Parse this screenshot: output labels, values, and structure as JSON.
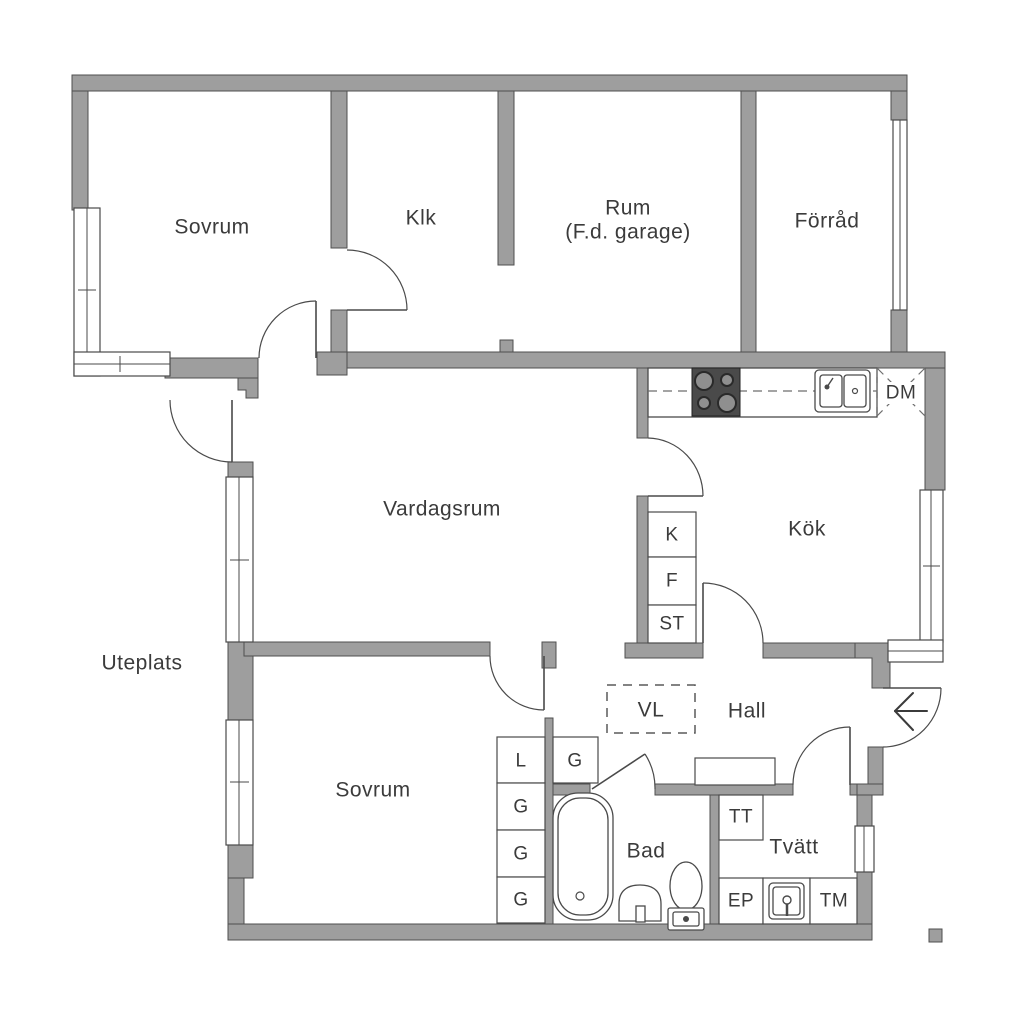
{
  "colors": {
    "wall": "#9e9e9e",
    "wall_outline": "#4f4f4f",
    "line": "#4a4a4a",
    "text": "#3b3b3b",
    "background": "#ffffff",
    "stove": "#4a4a4a"
  },
  "rooms": {
    "sovrum_top": "Sovrum",
    "klk": "Klk",
    "rum": "Rum",
    "rum_sub": "(F.d. garage)",
    "forrad": "Förråd",
    "vardagsrum": "Vardagsrum",
    "kok": "Kök",
    "uteplats": "Uteplats",
    "sovrum_bottom": "Sovrum",
    "hall": "Hall",
    "bad": "Bad",
    "tvatt": "Tvätt"
  },
  "fixtures": {
    "dm": "DM",
    "vl": "VL",
    "k": "K",
    "f": "F",
    "st": "ST",
    "l": "L",
    "g1": "G",
    "g2": "G",
    "g3": "G",
    "g4": "G",
    "tt": "TT",
    "ep": "EP",
    "tm": "TM"
  }
}
